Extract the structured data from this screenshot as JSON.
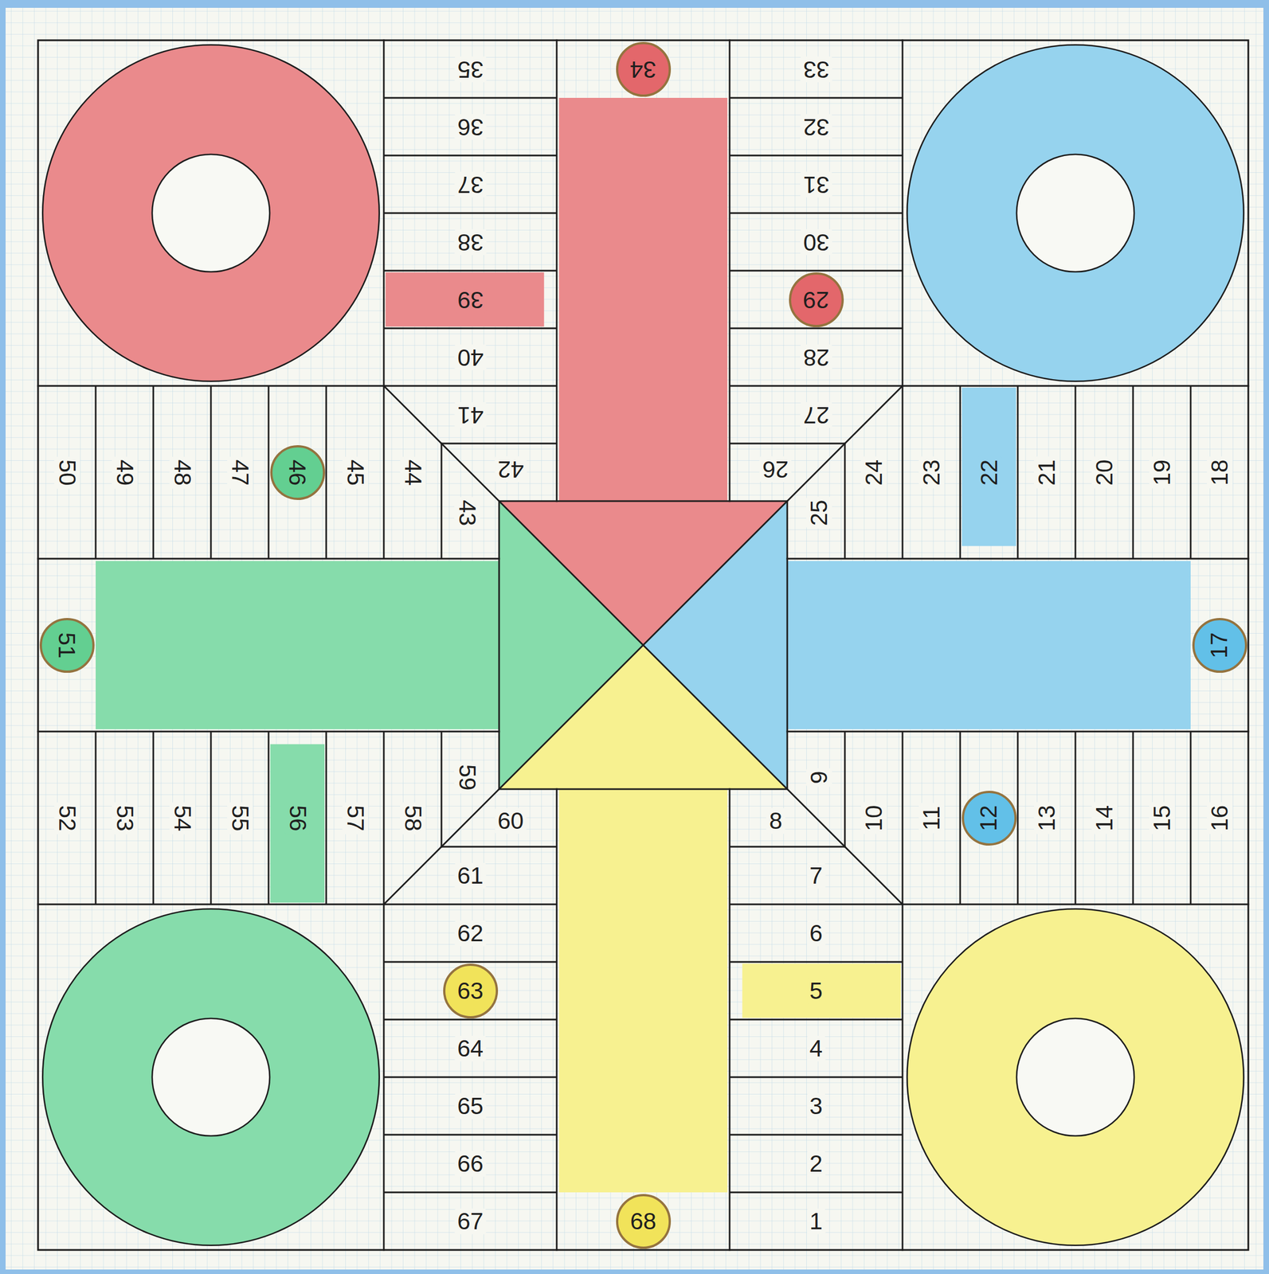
{
  "diagram": {
    "nodes": [
      {
        "text": [
          "34"
        ]
      },
      {
        "text": [
          "29"
        ]
      },
      {
        "text": [
          "46"
        ]
      },
      {
        "text": [
          "51"
        ]
      },
      {
        "text": [
          "17"
        ]
      },
      {
        "text": [
          "12"
        ]
      },
      {
        "text": [
          "63"
        ]
      },
      {
        "text": [
          "68"
        ]
      }
    ],
    "labels": [
      "35",
      "36",
      "37",
      "38",
      "39",
      "40",
      "41",
      "42",
      "33",
      "32",
      "31",
      "30",
      "28",
      "27",
      "26",
      "18",
      "19",
      "20",
      "21",
      "22",
      "23",
      "24",
      "25",
      "16",
      "15",
      "14",
      "13",
      "11",
      "10",
      "9",
      "1",
      "2",
      "3",
      "4",
      "5",
      "6",
      "7",
      "8",
      "67",
      "66",
      "65",
      "64",
      "62",
      "61",
      "60",
      "52",
      "53",
      "54",
      "55",
      "56",
      "57",
      "58",
      "59",
      "50",
      "49",
      "48",
      "47",
      "45",
      "44",
      "43"
    ]
  }
}
